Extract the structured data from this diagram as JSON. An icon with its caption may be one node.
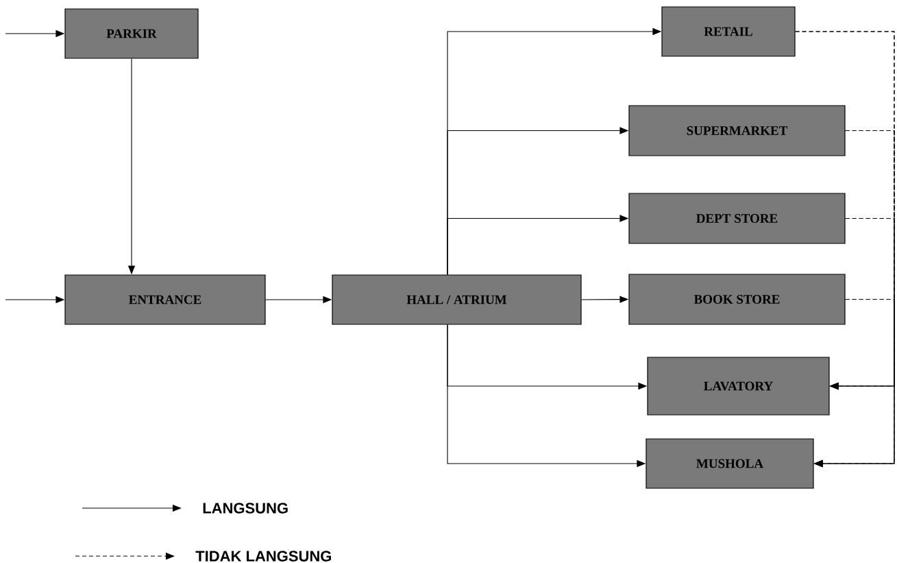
{
  "diagram": {
    "nodes": [
      {
        "text": [
          "PARKIR"
        ]
      },
      {
        "text": [
          "ENTRANCE"
        ]
      },
      {
        "text": [
          "HALL / ATRIUM"
        ]
      },
      {
        "text": [
          "RETAIL"
        ]
      },
      {
        "text": [
          "SUPERMARKET"
        ]
      },
      {
        "text": [
          "DEPT STORE"
        ]
      },
      {
        "text": [
          "BOOK STORE"
        ]
      },
      {
        "text": [
          "LAVATORY"
        ]
      },
      {
        "text": [
          "MUSHOLA"
        ]
      }
    ],
    "edges": [
      {
        "from": null,
        "to": 0,
        "arrow": "to"
      },
      {
        "from": null,
        "to": 1,
        "arrow": "to"
      },
      {
        "from": 0,
        "to": 1,
        "arrow": "to"
      },
      {
        "from": 1,
        "to": 2,
        "arrow": "to"
      },
      {
        "from": 2,
        "to": 3,
        "arrow": "to"
      },
      {
        "from": 2,
        "to": 4,
        "arrow": "to"
      },
      {
        "from": 2,
        "to": 5,
        "arrow": "to"
      },
      {
        "from": 2,
        "to": 6,
        "arrow": "to"
      },
      {
        "from": 2,
        "to": 7,
        "arrow": "to"
      },
      {
        "from": 2,
        "to": 8,
        "arrow": "to"
      },
      {
        "from": 3,
        "to": 7,
        "arrow": "to",
        "style": "dashed"
      },
      {
        "from": 3,
        "to": 8,
        "arrow": "to",
        "style": "dashed"
      },
      {
        "from": 4,
        "to": 7,
        "arrow": "to",
        "style": "dashed"
      },
      {
        "from": 4,
        "to": 8,
        "arrow": "to",
        "style": "dashed"
      },
      {
        "from": 5,
        "to": 7,
        "arrow": "to",
        "style": "dashed"
      },
      {
        "from": 5,
        "to": 8,
        "arrow": "to",
        "style": "dashed"
      },
      {
        "from": 6,
        "to": 7,
        "arrow": "to",
        "style": "dashed"
      },
      {
        "from": 6,
        "to": 8,
        "arrow": "to",
        "style": "dashed"
      }
    ],
    "legend": [
      {
        "text": "LANGSUNG"
      },
      {
        "text": "TIDAK LANGSUNG"
      }
    ]
  }
}
